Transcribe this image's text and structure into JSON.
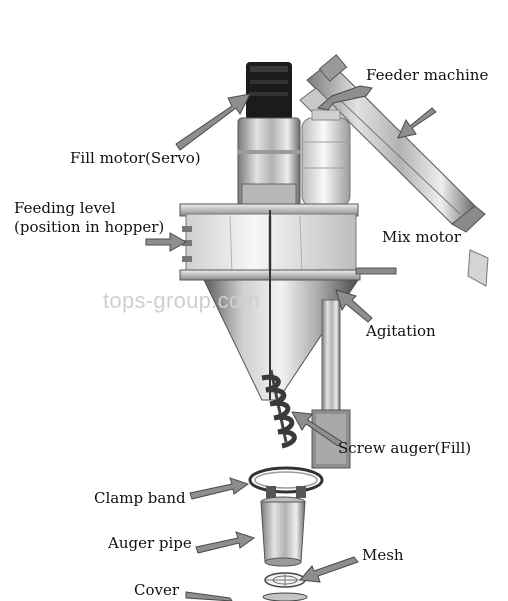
{
  "labels": {
    "feeder_machine": "Feeder machine",
    "fill_motor": "Fill motor(Servo)",
    "feeding_level_line1": "Feeding level",
    "feeding_level_line2": "(position in hopper)",
    "mix_motor": "Mix motor",
    "agitation": "Agitation",
    "screw_auger": "Screw auger(Fill)",
    "clamp_band": "Clamp band",
    "auger_pipe": "Auger pipe",
    "mesh": "Mesh",
    "cover": "Cover"
  },
  "watermark": "tops-group.com",
  "colors": {
    "arrow": "#8e8e8e",
    "steel_dark": "#5a5a5a",
    "steel_light": "#d9d9d9",
    "motor_black": "#1b1b1b"
  }
}
